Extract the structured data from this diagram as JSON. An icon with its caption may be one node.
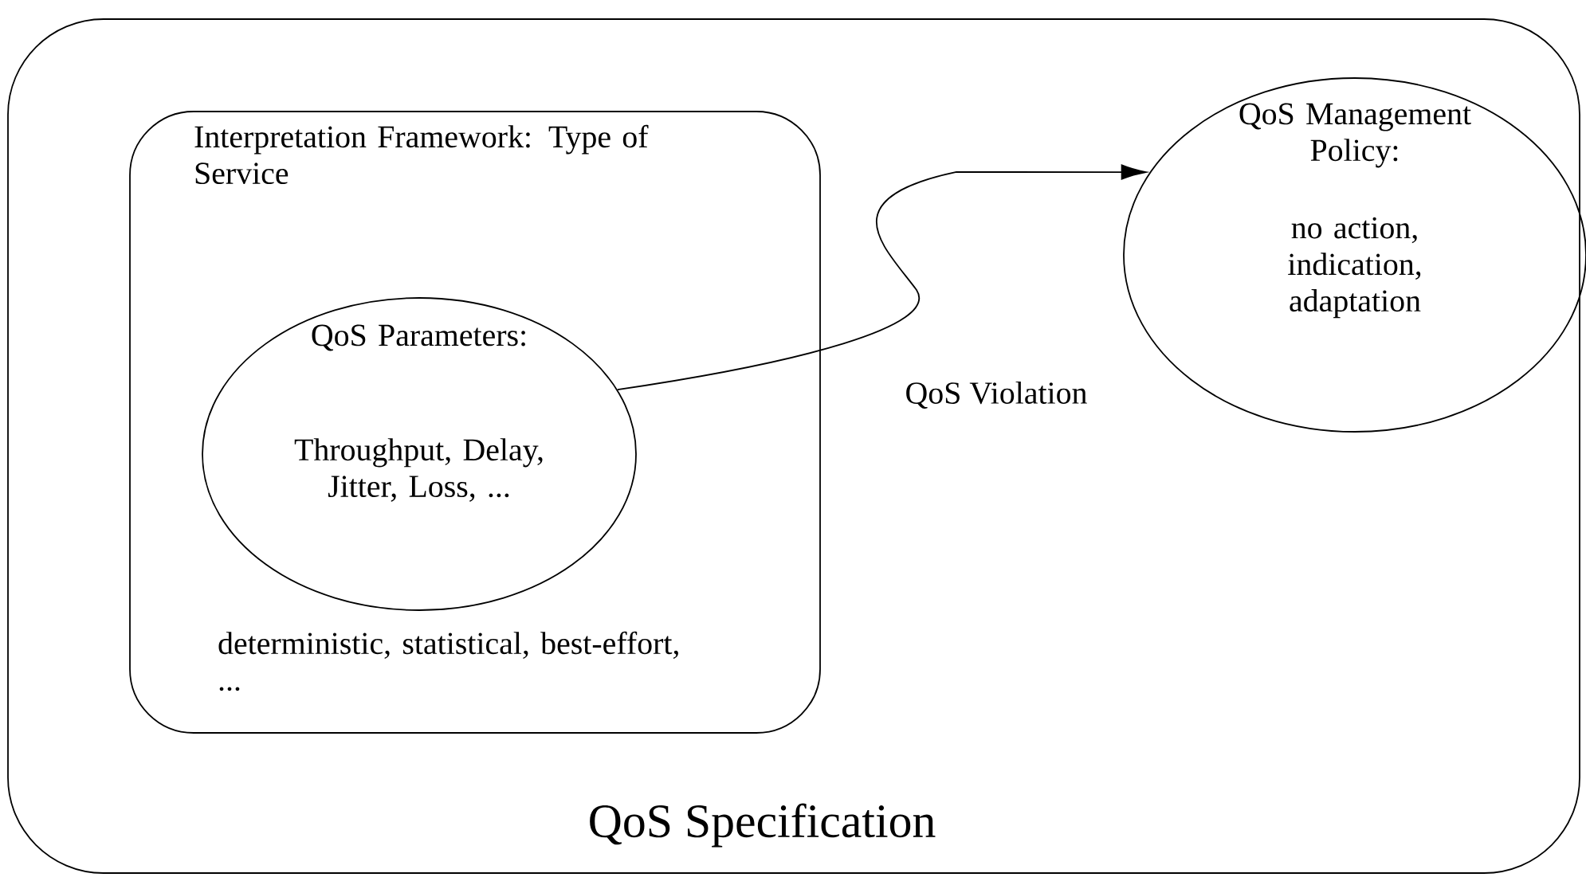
{
  "diagram": {
    "nodes": [
      {
        "text": [
          "QoS Specification"
        ]
      },
      {
        "text": [
          "Interpretation Framework: Type of Service",
          "deterministic, statistical, best-effort, ..."
        ],
        "in": 0
      },
      {
        "text": [
          "QoS Parameters:",
          "Throughput, Delay, Jitter, Loss, ..."
        ],
        "in": 1
      },
      {
        "text": [
          "QoS Management Policy:",
          "no action, indication, adaptation"
        ],
        "in": 0
      }
    ],
    "edges": [
      {
        "from": 2,
        "to": 3,
        "arrow": "to",
        "label": "QoS Violation"
      }
    ]
  }
}
